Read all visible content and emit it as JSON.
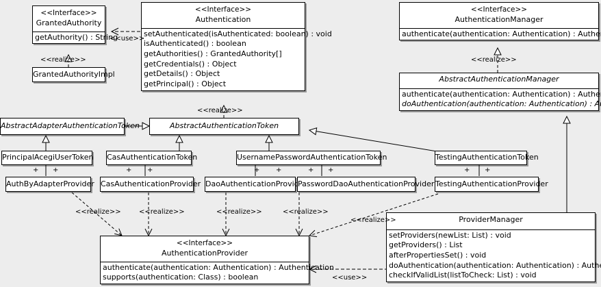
{
  "diagram": {
    "type": "uml-class-diagram",
    "background_color": "#ededed",
    "box_fill": "#ffffff",
    "line_color": "#000000"
  },
  "classes": {
    "granted_authority": {
      "stereotype": "<<Interface>>",
      "name": "GrantedAuthority",
      "methods": [
        "getAuthority() : String"
      ]
    },
    "granted_authority_impl": {
      "name": "GrantedAuthorityImpl"
    },
    "authentication": {
      "stereotype": "<<Interface>>",
      "name": "Authentication",
      "methods": [
        "setAuthenticated(isAuthenticated: boolean) : void",
        "isAuthenticated() : boolean",
        "getAuthorities() : GrantedAuthority[]",
        "getCredentials() : Object",
        "getDetails() : Object",
        "getPrincipal() : Object"
      ]
    },
    "authentication_manager": {
      "stereotype": "<<Interface>>",
      "name": "AuthenticationManager",
      "methods": [
        "authenticate(authentication: Authentication) : Authentication"
      ]
    },
    "abstract_authentication_manager": {
      "name": "AbstractAuthenticationManager",
      "methods": [
        "authenticate(authentication: Authentication) : Authentication",
        "doAuthentication(authentication: Authentication) : Authentication"
      ]
    },
    "abstract_adapter_authentication_token": {
      "name": "AbstractAdapterAuthenticationToken"
    },
    "abstract_authentication_token": {
      "name": "AbstractAuthenticationToken"
    },
    "principal_acegi_user_token": {
      "name": "PrincipalAcegiUserToken"
    },
    "cas_authentication_token": {
      "name": "CasAuthenticationToken"
    },
    "username_password_authentication_token": {
      "name": "UsernamePasswordAuthenticationToken"
    },
    "testing_authentication_token": {
      "name": "TestingAuthenticationToken"
    },
    "auth_by_adapter_provider": {
      "name": "AuthByAdapterProvider"
    },
    "cas_authentication_provider": {
      "name": "CasAuthenticationProvider"
    },
    "dao_authentication_provider": {
      "name": "DaoAuthenticationProvider"
    },
    "password_dao_authentication_provider": {
      "name": "PasswordDaoAuthenticationProvider"
    },
    "testing_authentication_provider": {
      "name": "TestingAuthenticationProvider"
    },
    "authentication_provider": {
      "stereotype": "<<Interface>>",
      "name": "AuthenticationProvider",
      "methods": [
        "authenticate(authentication: Authentication) : Authentication",
        "supports(authentication: Class) : boolean"
      ]
    },
    "provider_manager": {
      "name": "ProviderManager",
      "methods": [
        "setProviders(newList: List) : void",
        "getProviders() : List",
        "afterPropertiesSet() : void",
        "doAuthentication(authentication: Authentication) : Authentication",
        "checkIfValidList(listToCheck: List) : void"
      ]
    }
  },
  "relationship_labels": {
    "use_authentication_grantedauthority": "<<use>>",
    "realize_grantedauthorityimpl": "<<realize>>",
    "realize_abstractauthenticationtoken": "<<realize>>",
    "realize_abstractauthenticationmanager": "<<realize>>",
    "realize_authbyadapter": "<<realize>>",
    "realize_cas": "<<realize>>",
    "realize_dao": "<<realize>>",
    "realize_passworddao": "<<realize>>",
    "realize_testing": "<<realize>>",
    "use_providermanager_authenticationprovider": "<<use>>"
  },
  "multiplicity_markers": {
    "plus": "+"
  }
}
